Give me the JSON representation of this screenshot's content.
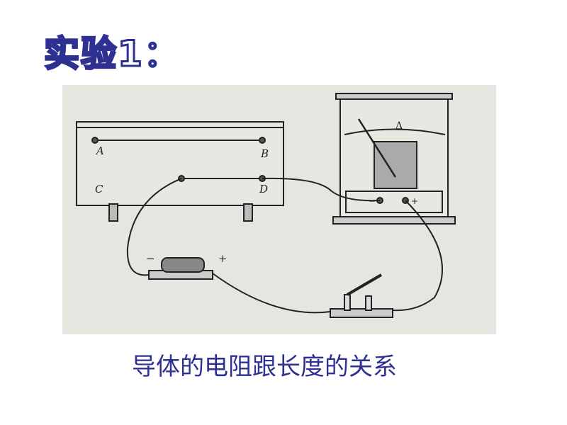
{
  "slide": {
    "title": "实验1：",
    "caption": "导体的电阻跟长度的关系",
    "figure": {
      "labels": {
        "a": "A",
        "b": "B",
        "c": "C",
        "d": "D",
        "meter_symbol": "Δ",
        "minus": "−",
        "plus": "+",
        "battery_minus": "−",
        "battery_plus": "+"
      }
    }
  }
}
